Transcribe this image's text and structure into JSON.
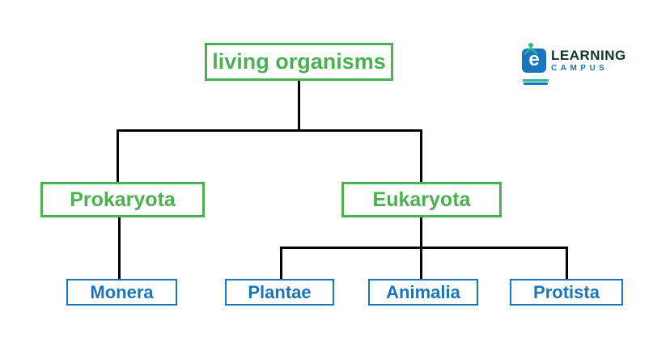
{
  "diagram": {
    "title": "living organisms classification tree",
    "nodes": {
      "root": "living organisms",
      "prokaryota": "Prokaryota",
      "eukaryota": "Eukaryota",
      "monera": "Monera",
      "plantae": "Plantae",
      "animalia": "Animalia",
      "protista": "Protista"
    },
    "hierarchy": {
      "living organisms": [
        "Prokaryota",
        "Eukaryota"
      ],
      "Prokaryota": [
        "Monera"
      ],
      "Eukaryota": [
        "Plantae",
        "Animalia",
        "Protista"
      ]
    }
  },
  "logo": {
    "e_badge": "e",
    "learning": "LEARNING",
    "campus": "CAMPUS"
  },
  "colors": {
    "green_node": "#4caf50",
    "blue_node": "#1b75bc",
    "connector": "#000000",
    "background": "#ffffff",
    "logo_blue": "#1b75bc",
    "logo_dark": "#12352b",
    "logo_teal": "#2ab6a0"
  }
}
